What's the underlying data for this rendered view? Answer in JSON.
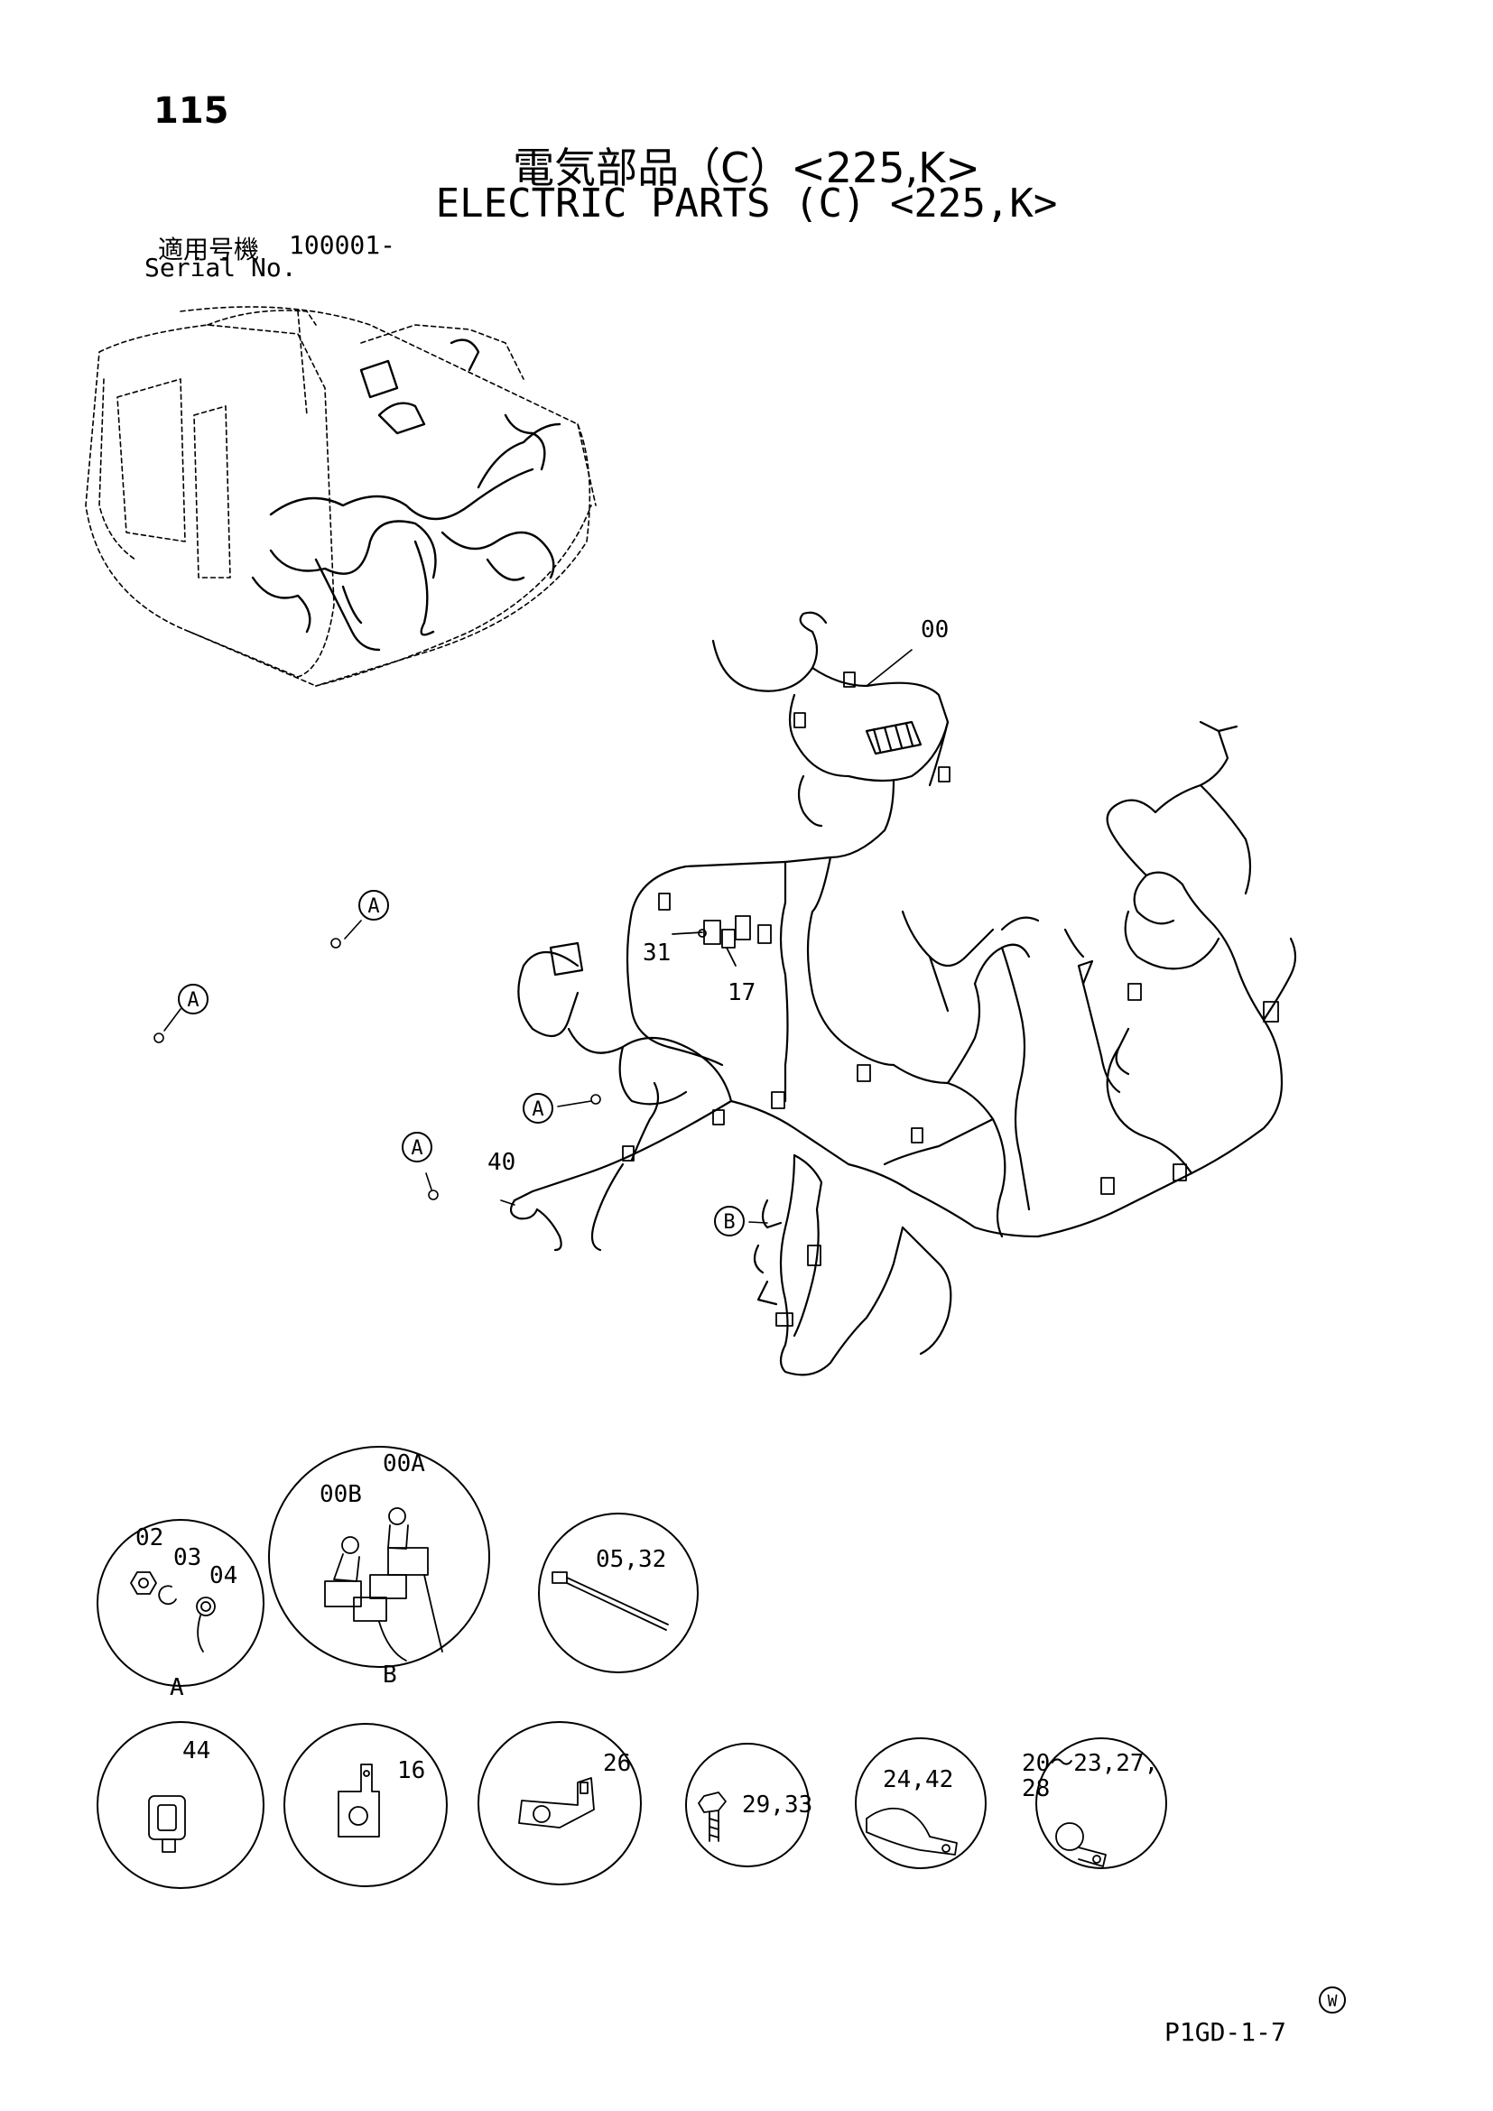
{
  "header": {
    "page_number": "115",
    "title_jp": "電気部品（C）<225,K>",
    "title_en": "ELECTRIC PARTS (C) <225,K>",
    "serial_label_jp": "適用号機",
    "serial_value": "100001-",
    "serial_label_en": "Serial No."
  },
  "main_callouts": {
    "c00": "00",
    "c31": "31",
    "c17": "17",
    "c40": "40",
    "refA": "A",
    "refB": "B"
  },
  "details": {
    "a_parts": [
      "02",
      "03",
      "04"
    ],
    "a_label": "A",
    "b_parts": [
      "00B",
      "00A"
    ],
    "b_label": "B",
    "tie": "05,32",
    "d44": "44",
    "d16": "16",
    "d26": "26",
    "d29": "29,33",
    "d24": "24,42",
    "d20_line1": "20～23,27,",
    "d20_line2": "28"
  },
  "footer": {
    "mark": "W",
    "page_code": "P1GD-1-7"
  }
}
